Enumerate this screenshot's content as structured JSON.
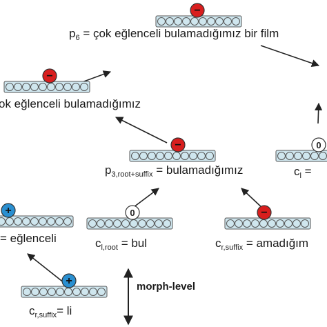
{
  "colors": {
    "cell_fill": "#cfe6ee",
    "cell_stroke": "#555555",
    "negative": "#d81e1e",
    "positive": "#2a8fd0",
    "neutral": "#ffffff",
    "arrow": "#222222"
  },
  "nodes": [
    {
      "id": "p6",
      "sentiment_symbol": "−",
      "label_base": "p",
      "label_sub": "6",
      "label_rest": " = çok eğlenceli bulamadığımız bir film"
    },
    {
      "id": "p5",
      "sentiment_symbol": "−",
      "label_base": "",
      "label_sub": "",
      "label_rest": "ok eğlenceli bulamadığımız"
    },
    {
      "id": "p3",
      "sentiment_symbol": "−",
      "label_base": "p",
      "label_sub": "3,root+suffix",
      "label_rest": " = bulamadığımız"
    },
    {
      "id": "cl_right",
      "sentiment_symbol": "0",
      "label_base": "c",
      "label_sub": "l",
      "label_rest": " ="
    },
    {
      "id": "left_mid",
      "sentiment_symbol": "+",
      "label_base": "",
      "label_sub": "",
      "label_rest": "= eğlenceli"
    },
    {
      "id": "cl_root",
      "sentiment_symbol": "0",
      "label_base": "c",
      "label_sub": "l,root",
      "label_rest": " = bul"
    },
    {
      "id": "cr_suffix_top",
      "sentiment_symbol": "−",
      "label_base": "c",
      "label_sub": "r,suffix",
      "label_rest": " = amadığım"
    },
    {
      "id": "cr_suffix_li",
      "sentiment_symbol": "+",
      "label_base": "c",
      "label_sub": "r,suffix",
      "label_rest": "= li"
    }
  ],
  "level_label": "morph-level"
}
